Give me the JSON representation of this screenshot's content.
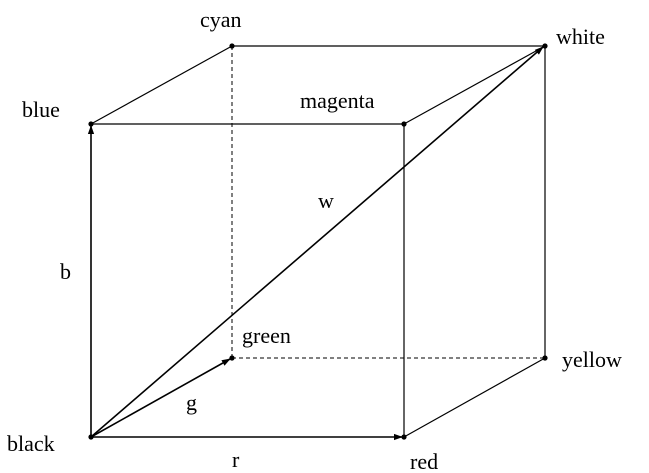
{
  "vertices": {
    "black": "black",
    "red": "red",
    "green": "green",
    "yellow": "yellow",
    "blue": "blue",
    "magenta": "magenta",
    "cyan": "cyan",
    "white": "white"
  },
  "vectors": {
    "r": "r",
    "g": "g",
    "b": "b",
    "w": "w"
  }
}
